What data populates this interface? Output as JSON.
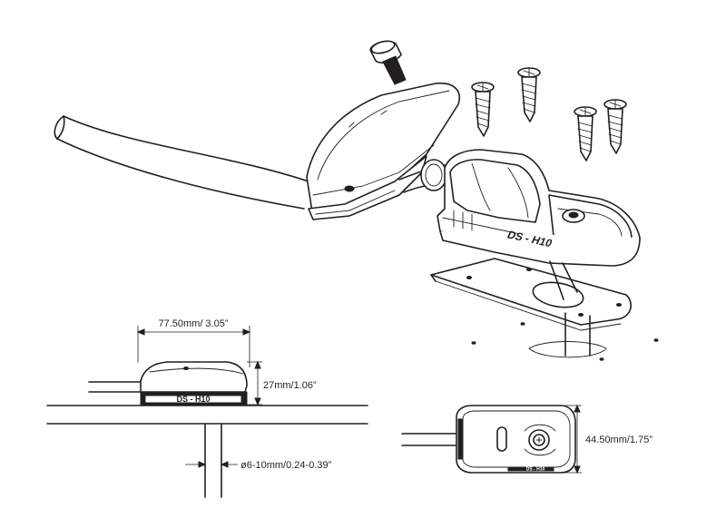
{
  "diagram": {
    "model_label_main": "DS - H10",
    "model_label_side": "DS - H10",
    "model_label_top": "DS - H10",
    "dimensions": {
      "length": "77.50mm/ 3.05”",
      "height": "27mm/1.06”",
      "cable_diameter": "ø6-10mm/0.24-0.39”",
      "width": "44.50mm/1.75”"
    }
  },
  "colors": {
    "line": "#231f20",
    "background": "#ffffff"
  }
}
